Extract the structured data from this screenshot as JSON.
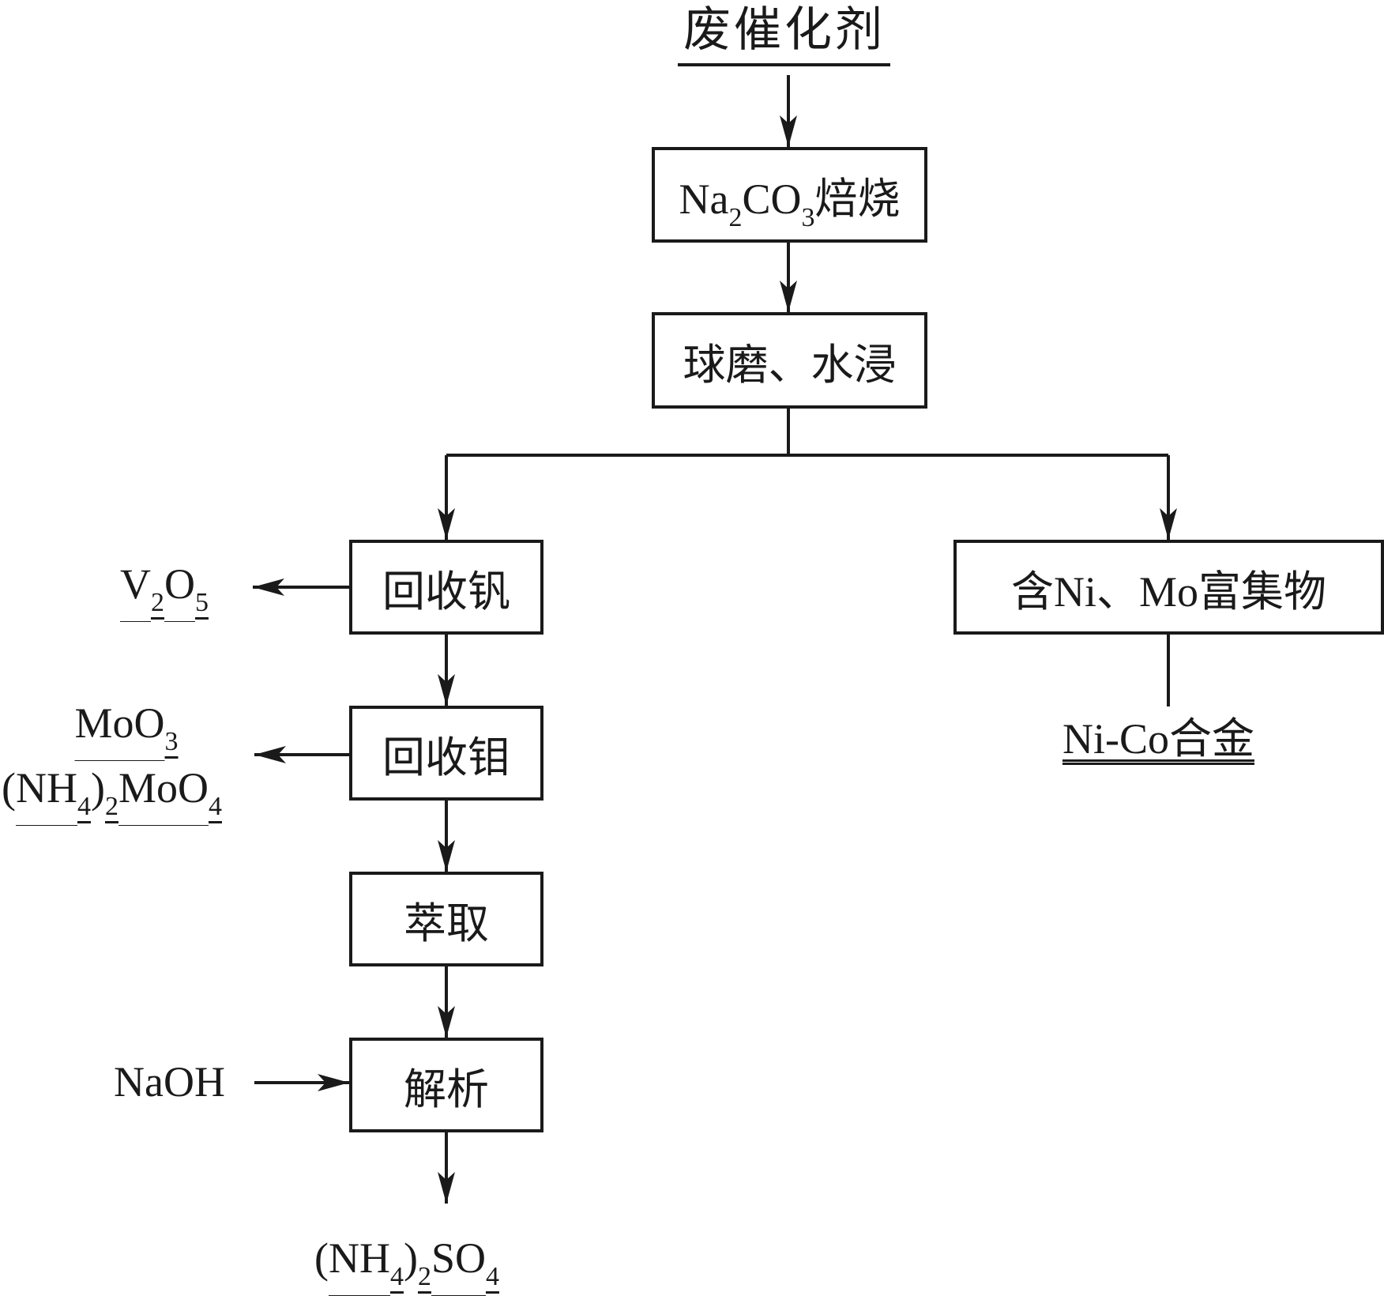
{
  "diagram": {
    "type": "process-flowchart",
    "start": {
      "label": "废催化剂"
    },
    "steps": [
      {
        "id": "roast",
        "label_parts": [
          [
            "Na",
            ""
          ],
          [
            "2",
            "sub"
          ],
          [
            "CO",
            ""
          ],
          [
            "3",
            "sub"
          ],
          [
            "焙烧",
            ""
          ]
        ]
      },
      {
        "id": "mill",
        "label": "球磨、水浸"
      }
    ],
    "left_branch": [
      {
        "id": "recover-v",
        "label": "回收钒"
      },
      {
        "id": "recover-mo",
        "label": "回收钼"
      },
      {
        "id": "extract",
        "label": "萃取"
      },
      {
        "id": "strip",
        "label": "解析"
      }
    ],
    "right_branch": [
      {
        "id": "ni-mo-concentrate",
        "label": "含Ni、Mo富集物"
      }
    ],
    "products": {
      "v2o5": {
        "parts": [
          [
            "V",
            "u3"
          ],
          [
            "2",
            "sub u1"
          ],
          [
            "O",
            "u3"
          ],
          [
            "5",
            "sub u1"
          ]
        ]
      },
      "moo3": {
        "parts": [
          [
            "MoO",
            "u3"
          ],
          [
            "3",
            "sub u1"
          ]
        ]
      },
      "ammonium_molybdate": {
        "parts": [
          [
            "(",
            ""
          ],
          [
            "NH",
            "u3"
          ],
          [
            "4",
            "sub u1"
          ],
          [
            ")",
            ""
          ],
          [
            "2",
            "sub u1"
          ],
          [
            "MoO",
            "u3"
          ],
          [
            "4",
            "sub u1"
          ]
        ]
      },
      "ammonium_sulfate": {
        "parts": [
          [
            "(",
            ""
          ],
          [
            "NH",
            "u3"
          ],
          [
            "4",
            "sub u1"
          ],
          [
            ")",
            ""
          ],
          [
            "2",
            "sub u1"
          ],
          [
            "SO",
            "u3"
          ],
          [
            "4",
            "sub u1"
          ]
        ]
      },
      "ni_co_alloy": {
        "parts": [
          [
            "Ni-Co合金",
            "u2"
          ]
        ]
      }
    },
    "inputs": {
      "naoh": {
        "label": "NaOH"
      }
    },
    "edges": [
      [
        "废催化剂",
        "Na2CO3焙烧"
      ],
      [
        "Na2CO3焙烧",
        "球磨、水浸"
      ],
      [
        "球磨、水浸",
        "回收钒"
      ],
      [
        "球磨、水浸",
        "含Ni、Mo富集物"
      ],
      [
        "回收钒",
        "V2O5"
      ],
      [
        "回收钒",
        "回收钼"
      ],
      [
        "回收钼",
        "MoO3 / (NH4)2MoO4"
      ],
      [
        "回收钼",
        "萃取"
      ],
      [
        "萃取",
        "解析"
      ],
      [
        "NaOH",
        "解析"
      ],
      [
        "解析",
        "(NH4)2SO4"
      ],
      [
        "含Ni、Mo富集物",
        "Ni-Co合金"
      ]
    ]
  }
}
